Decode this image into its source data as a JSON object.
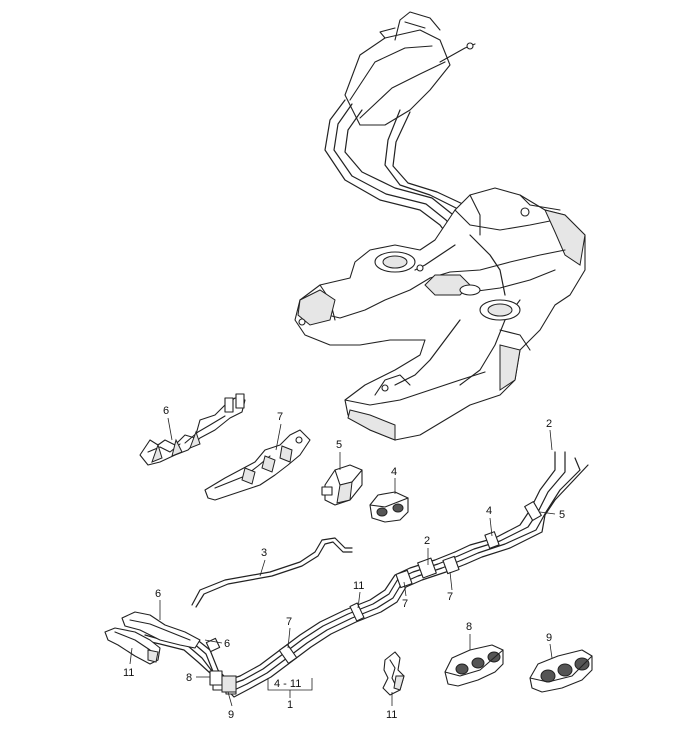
{
  "diagram": {
    "callouts": {
      "c1": "1",
      "c2a": "2",
      "c2b": "2",
      "c3": "3",
      "c4a": "4",
      "c4b": "4",
      "c5a": "5",
      "c5b": "5",
      "c6a": "6",
      "c6b": "6",
      "c6c": "6",
      "c7a": "7",
      "c7b": "7",
      "c7c": "7",
      "c7d": "7",
      "c8a": "8",
      "c8b": "8",
      "c9a": "9",
      "c9b": "9",
      "c11a": "11",
      "c11b": "11",
      "c11c": "11",
      "range": "4 - 11"
    }
  }
}
